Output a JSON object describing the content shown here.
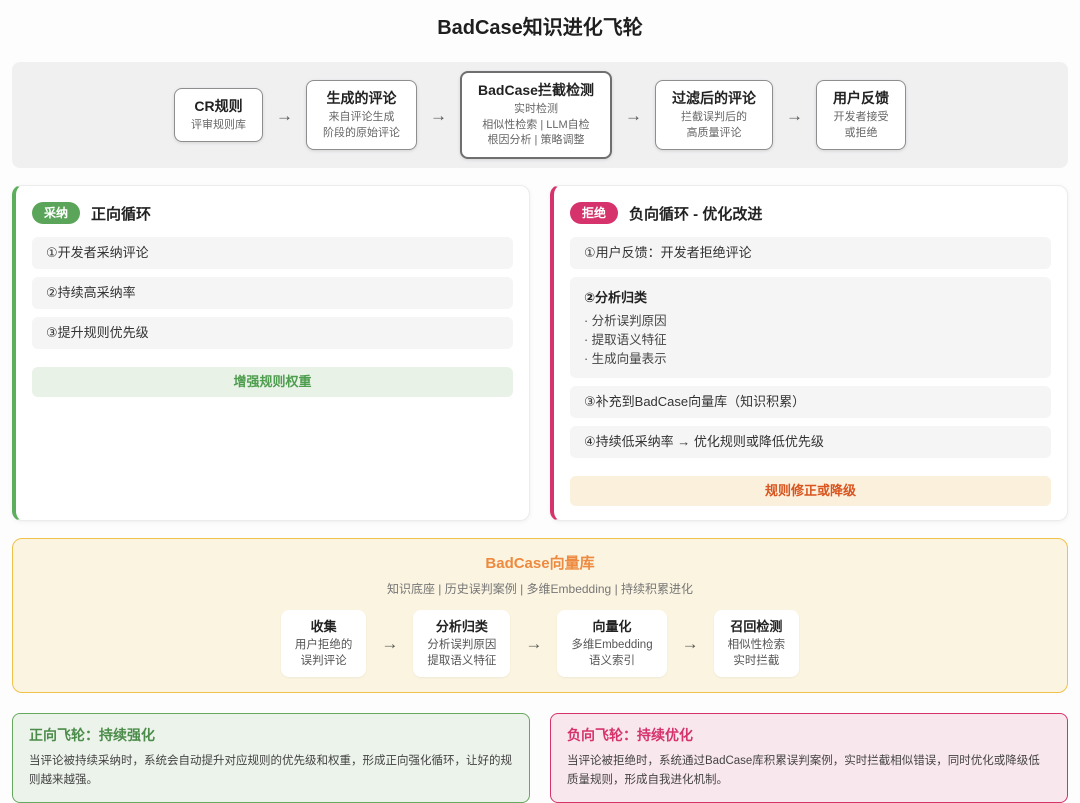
{
  "page": {
    "title": "BadCase知识进化飞轮"
  },
  "colors": {
    "accent_green": "#5ba55b",
    "accent_pink": "#d6336c",
    "accent_orange": "#ed8a3f",
    "banner_green_text": "#4f9d4f",
    "banner_orange_text": "#d9541f",
    "vector_border": "#f0c24b",
    "band_bg": "#f0f0f1"
  },
  "top_flow": {
    "arrow": "→",
    "steps": [
      {
        "title": "CR规则",
        "l1": "评审规则库"
      },
      {
        "title": "生成的评论",
        "l1": "来自评论生成",
        "l2": "阶段的原始评论"
      },
      {
        "title": "BadCase拦截检测",
        "l1": "实时检测",
        "l2": "相似性检索 | LLM自检",
        "l3": "根因分析 | 策略调整"
      },
      {
        "title": "过滤后的评论",
        "l1": "拦截误判后的",
        "l2": "高质量评论"
      },
      {
        "title": "用户反馈",
        "l1": "开发者接受",
        "l2": "或拒绝"
      }
    ]
  },
  "positive_panel": {
    "badge": "采纳",
    "title": "正向循环",
    "item1": "①开发者采纳评论",
    "item2": "②持续高采纳率",
    "item3": "③提升规则优先级",
    "banner": "增强规则权重"
  },
  "negative_panel": {
    "badge": "拒绝",
    "title": "负向循环 - 优化改进",
    "item1": "①用户反馈：开发者拒绝评论",
    "analysis": {
      "title": "②分析归类",
      "bullet1": "· 分析误判原因",
      "bullet2": "· 提取语义特征",
      "bullet3": "· 生成向量表示"
    },
    "item3": "③补充到BadCase向量库（知识积累）",
    "item4": "④持续低采纳率 → 优化规则或降低优先级",
    "banner": "规则修正或降级"
  },
  "vector_db": {
    "title": "BadCase向量库",
    "subtitle": "知识底座 | 历史误判案例 | 多维Embedding | 持续积累进化",
    "arrow": "→",
    "steps": [
      {
        "title": "收集",
        "l1": "用户拒绝的",
        "l2": "误判评论"
      },
      {
        "title": "分析归类",
        "l1": "分析误判原因",
        "l2": "提取语义特征"
      },
      {
        "title": "向量化",
        "l1": "多维Embedding",
        "l2": "语义索引"
      },
      {
        "title": "召回检测",
        "l1": "相似性检索",
        "l2": "实时拦截"
      }
    ]
  },
  "flywheel_positive": {
    "title": "正向飞轮：持续强化",
    "body": "当评论被持续采纳时，系统会自动提升对应规则的优先级和权重，形成正向强化循环，让好的规则越来越强。"
  },
  "flywheel_negative": {
    "title": "负向飞轮：持续优化",
    "body": "当评论被拒绝时，系统通过BadCase库积累误判案例，实时拦截相似错误，同时优化或降级低质量规则，形成自我进化机制。"
  }
}
